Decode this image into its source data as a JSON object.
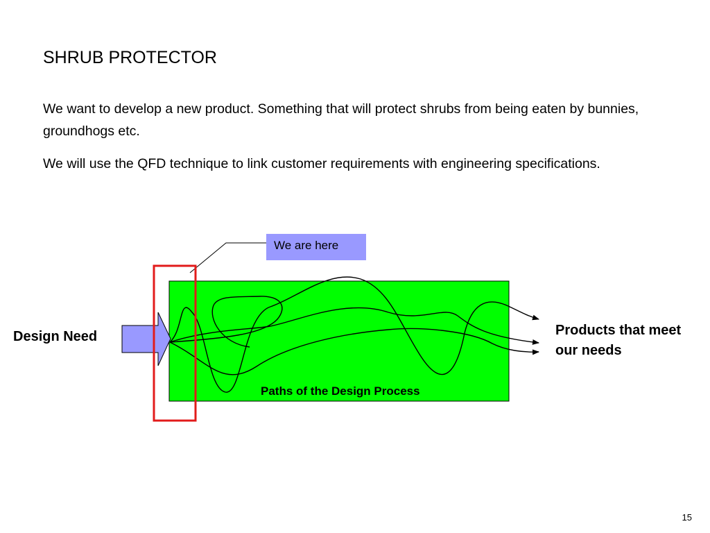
{
  "slide": {
    "title": "SHRUB PROTECTOR",
    "paragraphs": [
      "We want to develop a new product. Something that will protect shrubs from being eaten by bunnies, groundhogs etc.",
      "We will use the QFD technique to link customer requirements with engineering specifications."
    ],
    "page_number": "15"
  },
  "diagram": {
    "callout_label": "We are here",
    "input_label": "Design Need",
    "output_label": "Products that meet our needs",
    "process_caption": "Paths of the Design Process",
    "colors": {
      "process_box": "#00ff00",
      "callout_fill": "#9999ff",
      "input_arrow": "#9999ff",
      "highlight_frame": "#e21b1b"
    }
  }
}
